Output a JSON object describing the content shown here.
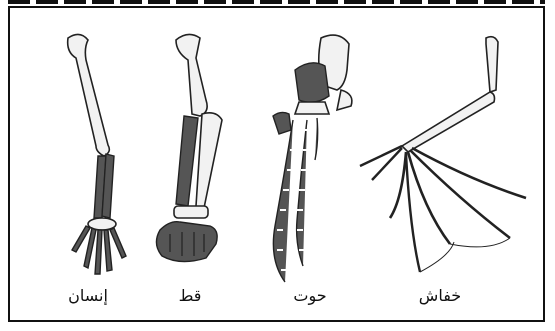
{
  "labels": {
    "human": "إنسان",
    "cat": "قط",
    "whale": "حوت",
    "bat": "خفاش"
  }
}
